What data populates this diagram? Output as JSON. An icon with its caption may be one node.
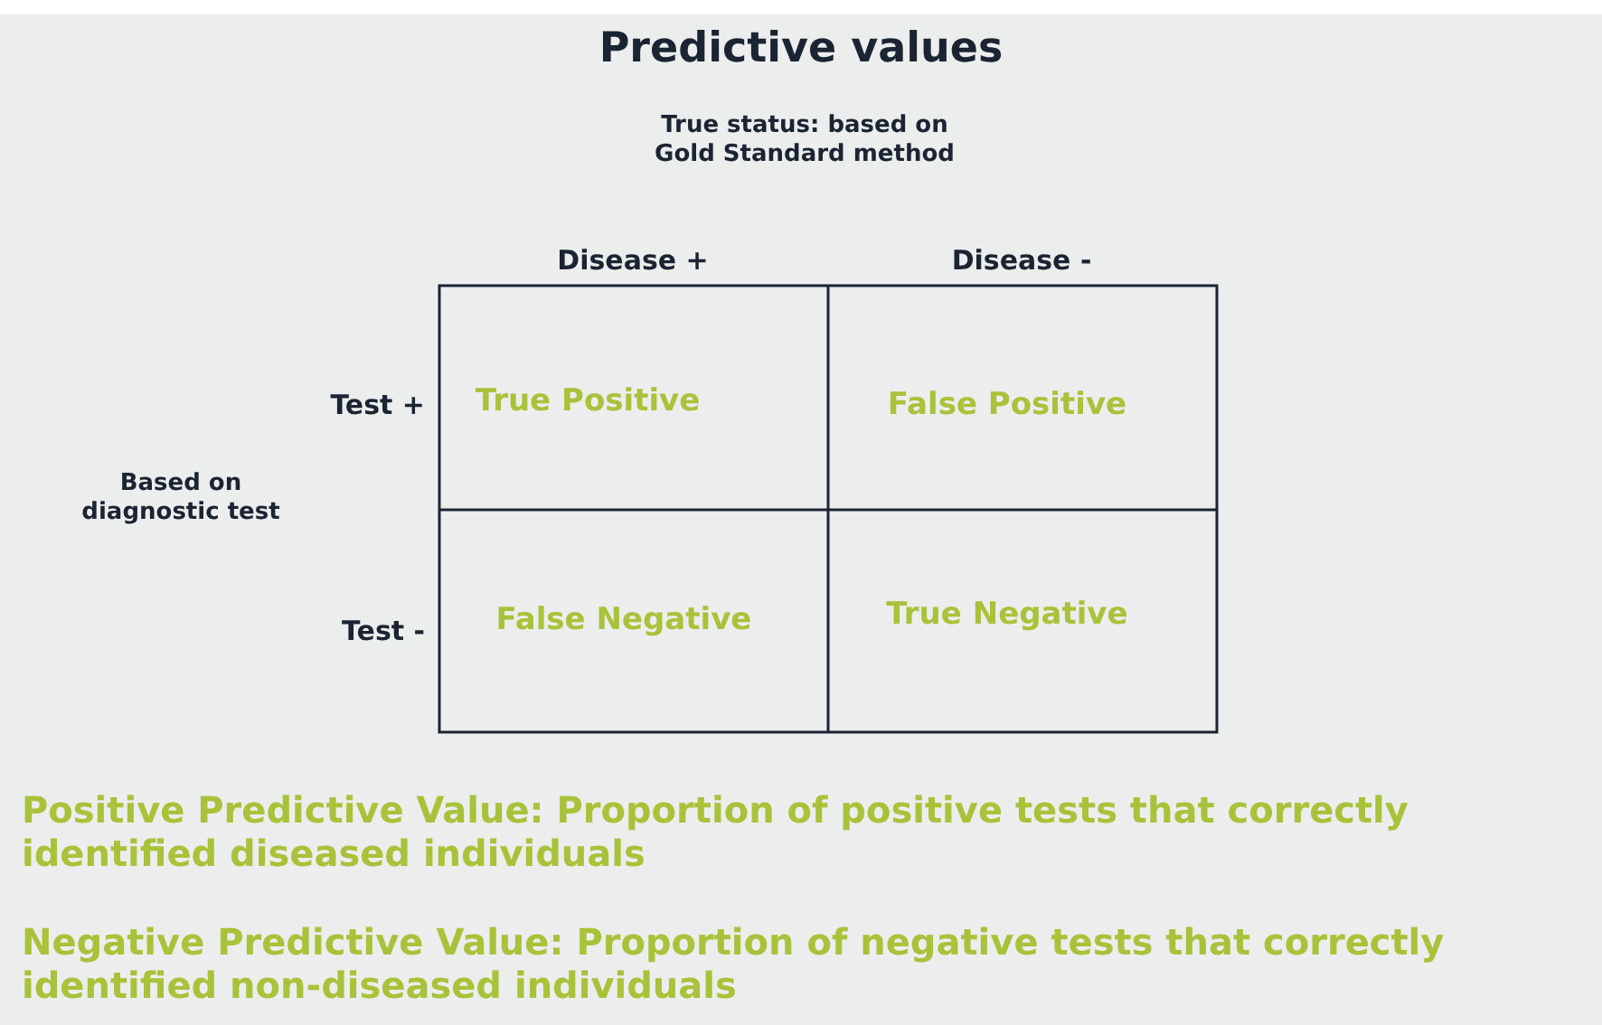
{
  "diagram": {
    "title": "Predictive values",
    "labels": [
      "True status: based on Gold Standard method",
      "Disease +",
      "Disease -",
      "Based on diagnostic test",
      "Test +",
      "True Positive",
      "False Positive",
      "Test -",
      "False Negative",
      "True Negative",
      "Positive Predictive Value: Proportion of positive tests that correctly identified diseased individuals",
      "Negative Predictive Value: Proportion of negative tests that correctly identified non-diseased individuals"
    ]
  }
}
